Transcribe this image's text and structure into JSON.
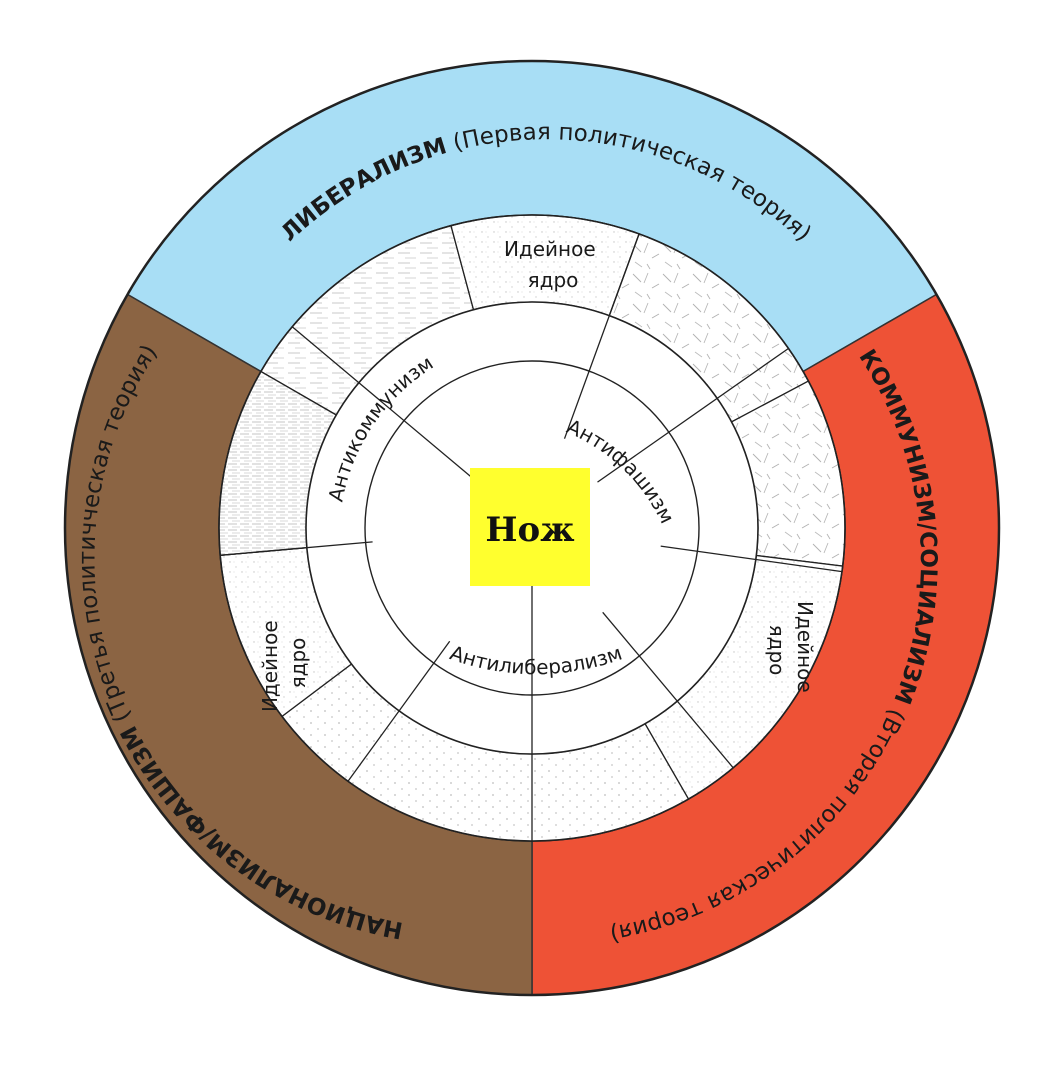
{
  "outer_ring": {
    "liberalism": {
      "name": "ЛИБЕРАЛИЗМ",
      "subtitle": " (Первая политическая теория)",
      "color": "#a8def5"
    },
    "communism": {
      "name": "КОММУНИЗМ/СОЦИАЛИЗМ",
      "subtitle": " (Вторая политическая теория)",
      "color": "#ee5236"
    },
    "nationalism": {
      "name": "НАЦИОНАЛИЗМ/ФАШИЗМ",
      "subtitle": " (Третья  политичческая теория)",
      "color": "#8b6443"
    }
  },
  "core_labels": {
    "top": [
      "Идейное",
      "ядро"
    ],
    "right": [
      "Идейное",
      "ядро"
    ],
    "left": [
      "Идейное",
      "ядро"
    ]
  },
  "inner_labels": {
    "anticommunism": "Антикоммунизм",
    "antifascism": "Антифашизм",
    "antiliberalism": "Антилиберализм"
  },
  "center": {
    "label": "Нож",
    "color": "#ffff2e"
  }
}
